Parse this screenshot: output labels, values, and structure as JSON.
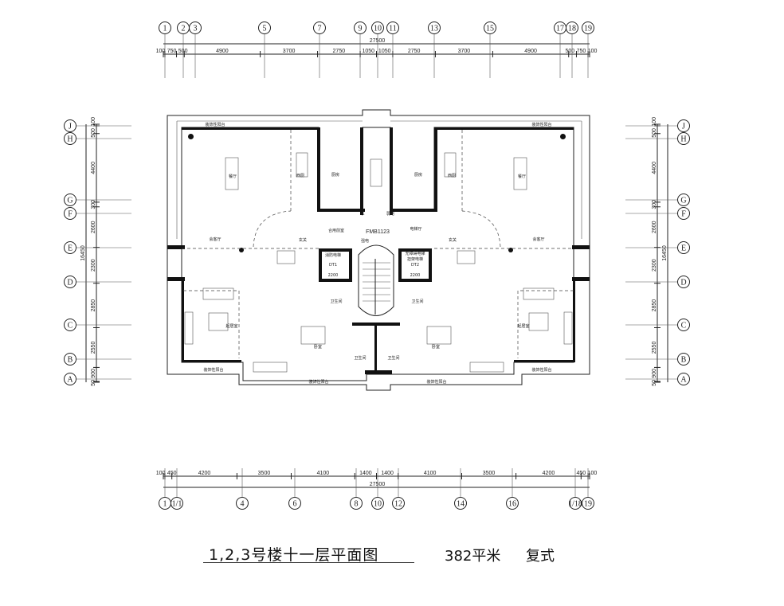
{
  "drawing": {
    "title": "1,2,3号楼十一层平面图",
    "area": "382平米",
    "type": "复式"
  },
  "axes": {
    "top": {
      "labels": [
        "1",
        "2",
        "3",
        "5",
        "7",
        "9",
        "10",
        "11",
        "13",
        "15",
        "17",
        "18",
        "19"
      ],
      "segments": [
        "100",
        "750",
        "500",
        "4900",
        "3700",
        "2750",
        "1050",
        "1050",
        "2750",
        "3700",
        "4900",
        "500",
        "750",
        "100"
      ],
      "total": "27500"
    },
    "bottom": {
      "labels": [
        "1",
        "1/1",
        "4",
        "6",
        "8",
        "10",
        "12",
        "14",
        "16",
        "1/18",
        "19"
      ],
      "segments": [
        "100",
        "450",
        "4200",
        "3500",
        "4100",
        "1400",
        "1400",
        "4100",
        "3500",
        "4200",
        "450",
        "100"
      ],
      "total": "27500"
    },
    "side": {
      "labels": [
        "J",
        "H",
        "G",
        "F",
        "E",
        "D",
        "C",
        "B",
        "A"
      ],
      "segments": [
        "100",
        "500",
        "4400",
        "300",
        "2600",
        "2300",
        "2850",
        "2550",
        "900",
        "50"
      ],
      "total": "16450"
    }
  },
  "rooms": {
    "balcony": "装饰性阳台",
    "dining": "餐厅",
    "western_kitchen": "西厨",
    "kitchen": "厨房",
    "reception": "会客厅",
    "foyer": "玄关",
    "anteroom": "合用前室",
    "elevator_hall": "电梯厅",
    "fire_elevator": "消防电梯",
    "fire_elevator_code": "DT1",
    "stretcher_elevator": "无障碍电梯",
    "stretcher_elevator_sub": "担架电梯",
    "stretcher_elevator_code": "DT2",
    "elevator_width": "2200",
    "strong_power": "强电",
    "weak_power": "弱电",
    "water": "水",
    "door_code": "FMB1123",
    "living": "起居室",
    "bedroom": "卧室",
    "bathroom": "卫生间"
  }
}
